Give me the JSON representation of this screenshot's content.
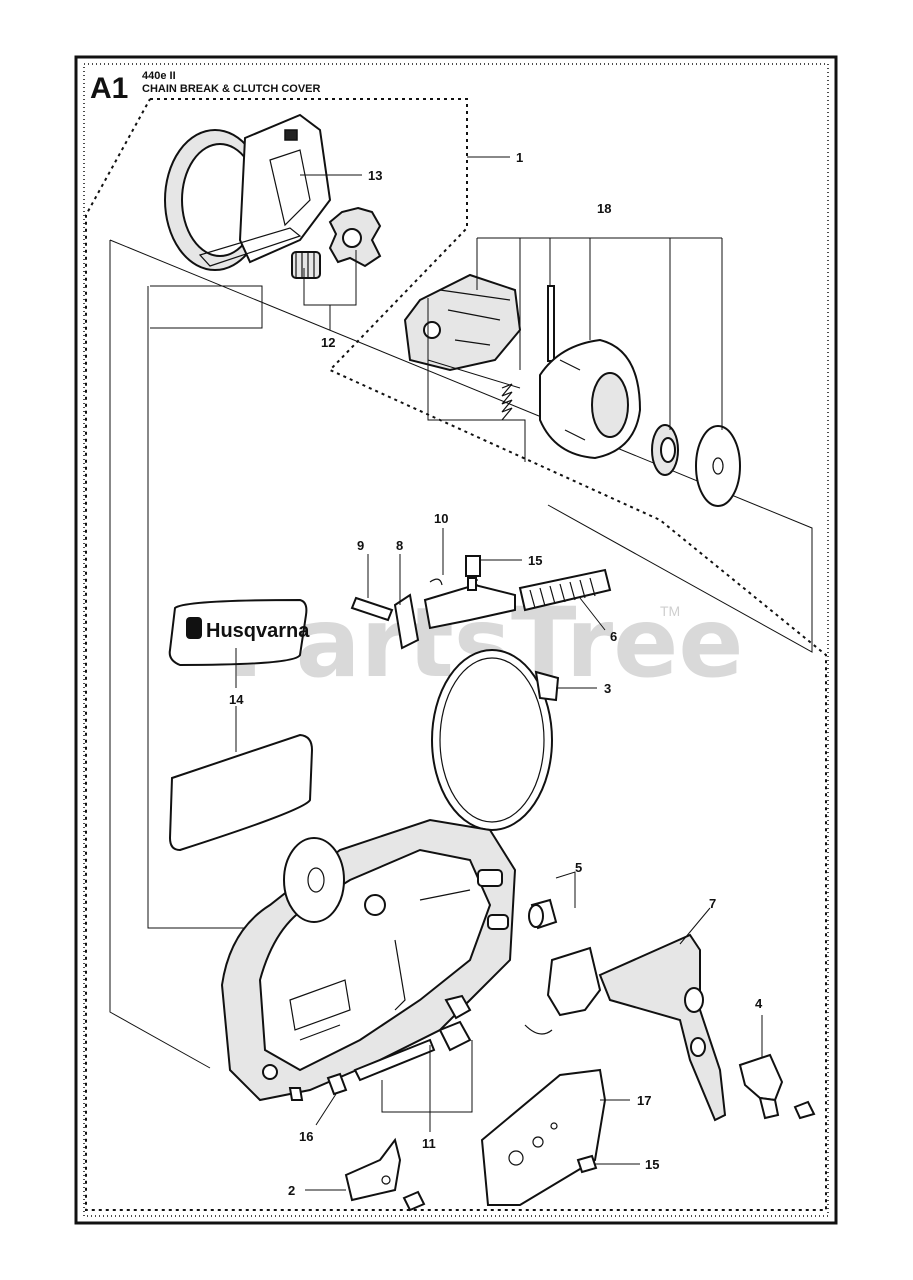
{
  "header": {
    "code": "A1",
    "model": "440e II",
    "title": "CHAIN BREAK & CLUTCH COVER"
  },
  "watermark": {
    "text": "PartsTree",
    "trademark": "TM"
  },
  "brand_decal": {
    "text": "Husqvarna"
  },
  "callouts": {
    "c1": "1",
    "c2": "2",
    "c3": "3",
    "c4": "4",
    "c5": "5",
    "c6": "6",
    "c7": "7",
    "c8": "8",
    "c9": "9",
    "c10": "10",
    "c11": "11",
    "c12": "12",
    "c13": "13",
    "c14": "14",
    "c15a": "15",
    "c15b": "15",
    "c16": "16",
    "c17": "17",
    "c18": "18"
  },
  "colors": {
    "line": "#111111",
    "watermark": "#d9d9d9",
    "part_fill": "#ffffff",
    "part_shade": "#e6e6e6"
  }
}
